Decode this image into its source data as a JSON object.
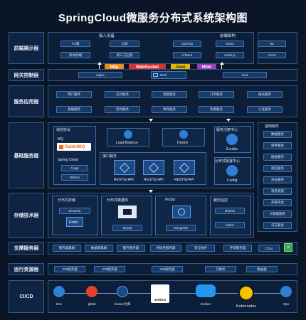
{
  "title": "SpringCloud微服务分布式系统架构图",
  "layers": {
    "frontend": "前端展示层",
    "gateway": "网关控制层",
    "service_app": "服务应用层",
    "base_service": "基础服务层",
    "storage": "存储技术层",
    "support": "支撑服务层",
    "runtime": "运行资源层",
    "cicd": "CI/CD"
  },
  "frontend": {
    "access_title": "接入设备",
    "access_items": [
      "PC端",
      "大屏",
      "移动终端",
      "第三方应用"
    ],
    "arch_title": "前端架构",
    "arch_items": [
      "Vue/iOS",
      "React",
      "H5",
      "HTML5",
      "Node.js",
      "AJAX"
    ]
  },
  "protocols": {
    "http": "Http",
    "websocket": "WebSocket",
    "json": "Json",
    "html": "Html"
  },
  "protocol_colors": {
    "http": "#f08a1c",
    "websocket": "#d9322a",
    "json": "#e6b800",
    "html": "#a23bb8"
  },
  "gateway": {
    "nginx": "Nginx",
    "waf": "WAF",
    "zuul": "Zuul"
  },
  "service_app": {
    "items": [
      "用户服务",
      "支付服务",
      "消息服务",
      "订单服务",
      "报表服务",
      "基础服务",
      "定时服务",
      "项目服务",
      "资源服务",
      "认证服务"
    ]
  },
  "base_service": {
    "comm_title": "通信协议",
    "mq_title": "MQ",
    "mq_name": "RabbitMQ",
    "spring_title": "Spring Cloud",
    "spring_items": [
      "Feign",
      "Ribbon"
    ],
    "load_balance": "Load-Balance",
    "hystrix": "Hystrix",
    "api_title": "接口服务",
    "api_items": [
      "RESTful API",
      "RESTful API",
      "RESTful API"
    ],
    "registry_title": "服务注册中心",
    "registry_name": "Eureka",
    "config_title": "分布式配置中心",
    "config_name": "Config",
    "components_title": "基础组件",
    "components": [
      "数据服务",
      "邮件服务",
      "推送服务",
      "短信服务",
      "日志服务",
      "消息通道",
      "开放平台",
      "大数据服务",
      "日志服务"
    ]
  },
  "storage": {
    "file_title": "分布式存储",
    "file_items": [
      "ehcache",
      "Redis"
    ],
    "db_title": "分布式数据库",
    "db_name": "MySql",
    "nosql_title": "NoSql",
    "nosql_name": "MongoDB",
    "monitor_title": "服务监控",
    "monitor_items": [
      "Metrics",
      "Zipkin"
    ]
  },
  "support": {
    "items": [
      "服务器集群",
      "数据库集群",
      "缓存服务器",
      "持续性服务器",
      "安全防护",
      "存储服务器",
      "CDN"
    ]
  },
  "runtime": {
    "items": [
      "X86服务器",
      "X86服务器",
      "X86服务器",
      "交换机",
      "路由器"
    ]
  },
  "cicd": {
    "items": [
      "Dev",
      "gitlab",
      "docker仓库",
      "Jenkins",
      "Docker",
      "Kubernetes",
      "Ops"
    ]
  }
}
